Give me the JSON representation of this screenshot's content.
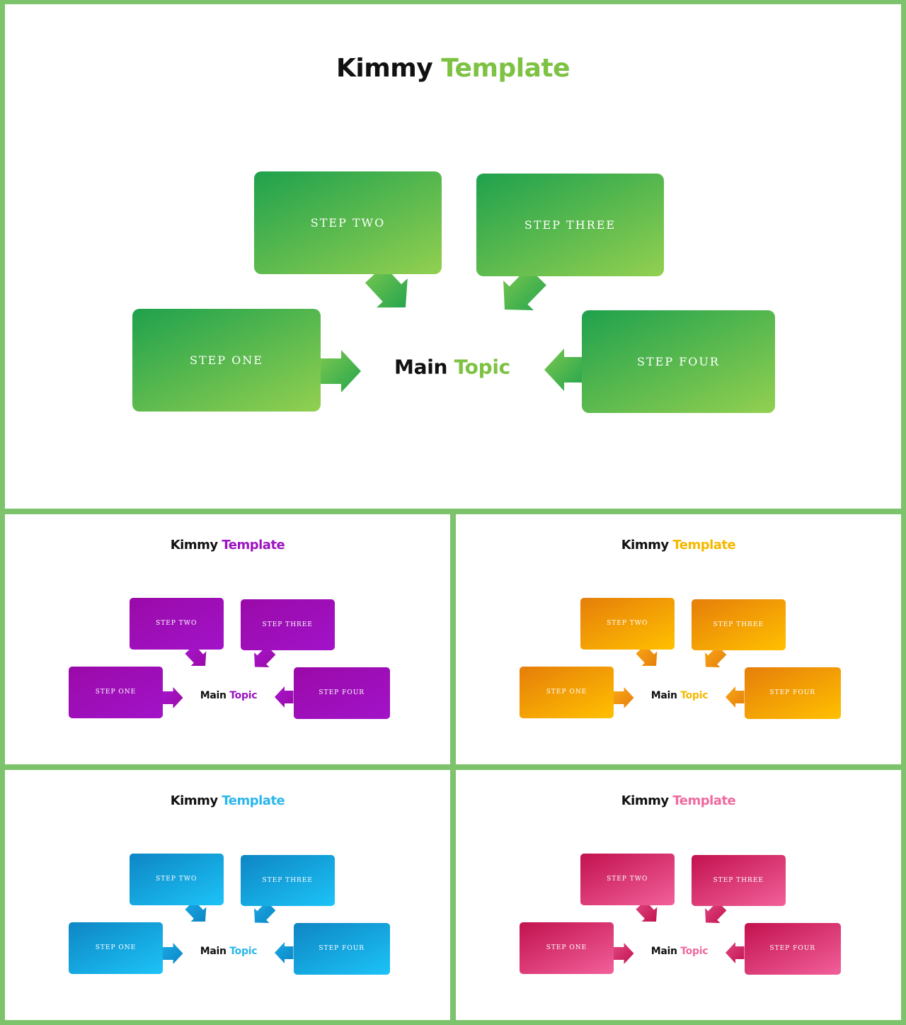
{
  "slides": [
    {
      "theme": "green",
      "title": {
        "word1": "Kimmy",
        "word2": "Template"
      },
      "center": {
        "word1": "Main",
        "word2": "Topic"
      },
      "steps": {
        "one": "STEP ONE",
        "two": "STEP TWO",
        "three": "STEP THREE",
        "four": "STEP FOUR"
      },
      "colors": {
        "dark": "#1fa14d",
        "light": "#92d050",
        "accent": "#7dc242",
        "arrow_dark": "#25a54e",
        "arrow_light": "#7cc84f"
      }
    },
    {
      "theme": "purple",
      "title": {
        "word1": "Kimmy",
        "word2": "Template"
      },
      "center": {
        "word1": "Main",
        "word2": "Topic"
      },
      "steps": {
        "one": "STEP ONE",
        "two": "STEP TWO",
        "three": "STEP THREE",
        "four": "STEP FOUR"
      },
      "colors": {
        "dark": "#9a0aa8",
        "light": "#a213c9",
        "accent": "#9b14c0",
        "arrow_dark": "#9a0aa8",
        "arrow_light": "#a816cc"
      }
    },
    {
      "theme": "orange",
      "title": {
        "word1": "Kimmy",
        "word2": "Template"
      },
      "center": {
        "word1": "Main",
        "word2": "Topic"
      },
      "steps": {
        "one": "STEP ONE",
        "two": "STEP TWO",
        "three": "STEP THREE",
        "four": "STEP FOUR"
      },
      "colors": {
        "dark": "#e67e0a",
        "light": "#ffc000",
        "accent": "#f5b800",
        "arrow_dark": "#e67e0a",
        "arrow_light": "#f8a81a"
      }
    },
    {
      "theme": "blue",
      "title": {
        "word1": "Kimmy",
        "word2": "Template"
      },
      "center": {
        "word1": "Main",
        "word2": "Topic"
      },
      "steps": {
        "one": "STEP ONE",
        "two": "STEP TWO",
        "three": "STEP THREE",
        "four": "STEP FOUR"
      },
      "colors": {
        "dark": "#0e86c4",
        "light": "#1cc3f7",
        "accent": "#2bb6ec",
        "arrow_dark": "#0e86c4",
        "arrow_light": "#1aa8e6"
      }
    },
    {
      "theme": "pink",
      "title": {
        "word1": "Kimmy",
        "word2": "Template"
      },
      "center": {
        "word1": "Main",
        "word2": "Topic"
      },
      "steps": {
        "one": "STEP ONE",
        "two": "STEP TWO",
        "three": "STEP THREE",
        "four": "STEP FOUR"
      },
      "colors": {
        "dark": "#c2124f",
        "light": "#f2609a",
        "accent": "#ee6a9f",
        "arrow_dark": "#c2124f",
        "arrow_light": "#e04882"
      }
    }
  ]
}
